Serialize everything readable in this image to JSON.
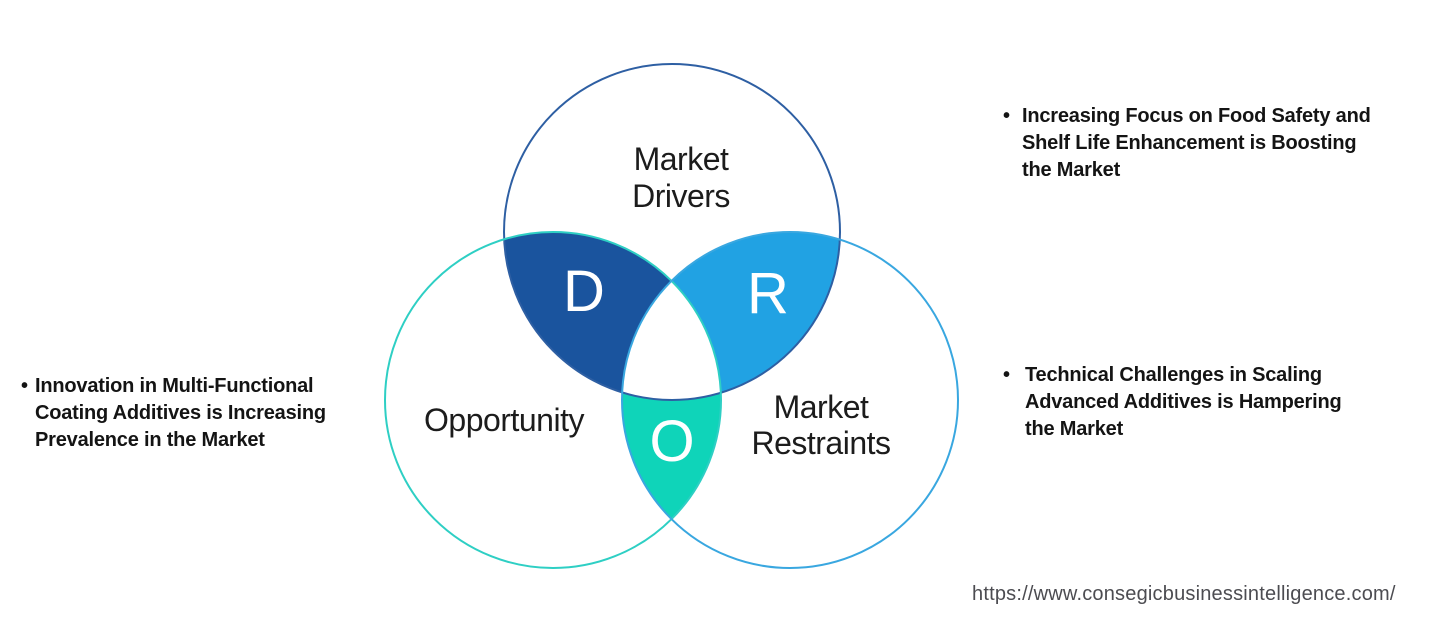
{
  "diagram": {
    "circles": {
      "drivers": {
        "label": "Market Drivers",
        "stroke_color": "#2e5fa3"
      },
      "opportunity": {
        "label": "Opportunity",
        "stroke_color": "#2ecfc4"
      },
      "restraints": {
        "label": "Market Restraints",
        "stroke_color": "#39a7e0"
      }
    },
    "intersections": {
      "drivers_opportunity": {
        "letter": "D",
        "fill_color": "#1a549e"
      },
      "drivers_restraints": {
        "letter": "R",
        "fill_color": "#21a2e3"
      },
      "opportunity_restraints": {
        "letter": "O",
        "fill_color": "#0fd4b9"
      }
    }
  },
  "annotations": {
    "bullet_char": "•",
    "left": [
      {
        "lines": [
          "Innovation in Multi-Functional",
          "Coating Additives is Increasing",
          "Prevalence in the Market"
        ]
      }
    ],
    "right": [
      {
        "lines": [
          "Increasing Focus on Food Safety and",
          "Shelf Life Enhancement is Boosting",
          "the Market"
        ]
      },
      {
        "lines": [
          "Technical Challenges in Scaling",
          "Advanced Additives is Hampering",
          "the Market"
        ]
      }
    ]
  },
  "footer": {
    "url": "https://www.consegicbusinessintelligence.com/"
  }
}
